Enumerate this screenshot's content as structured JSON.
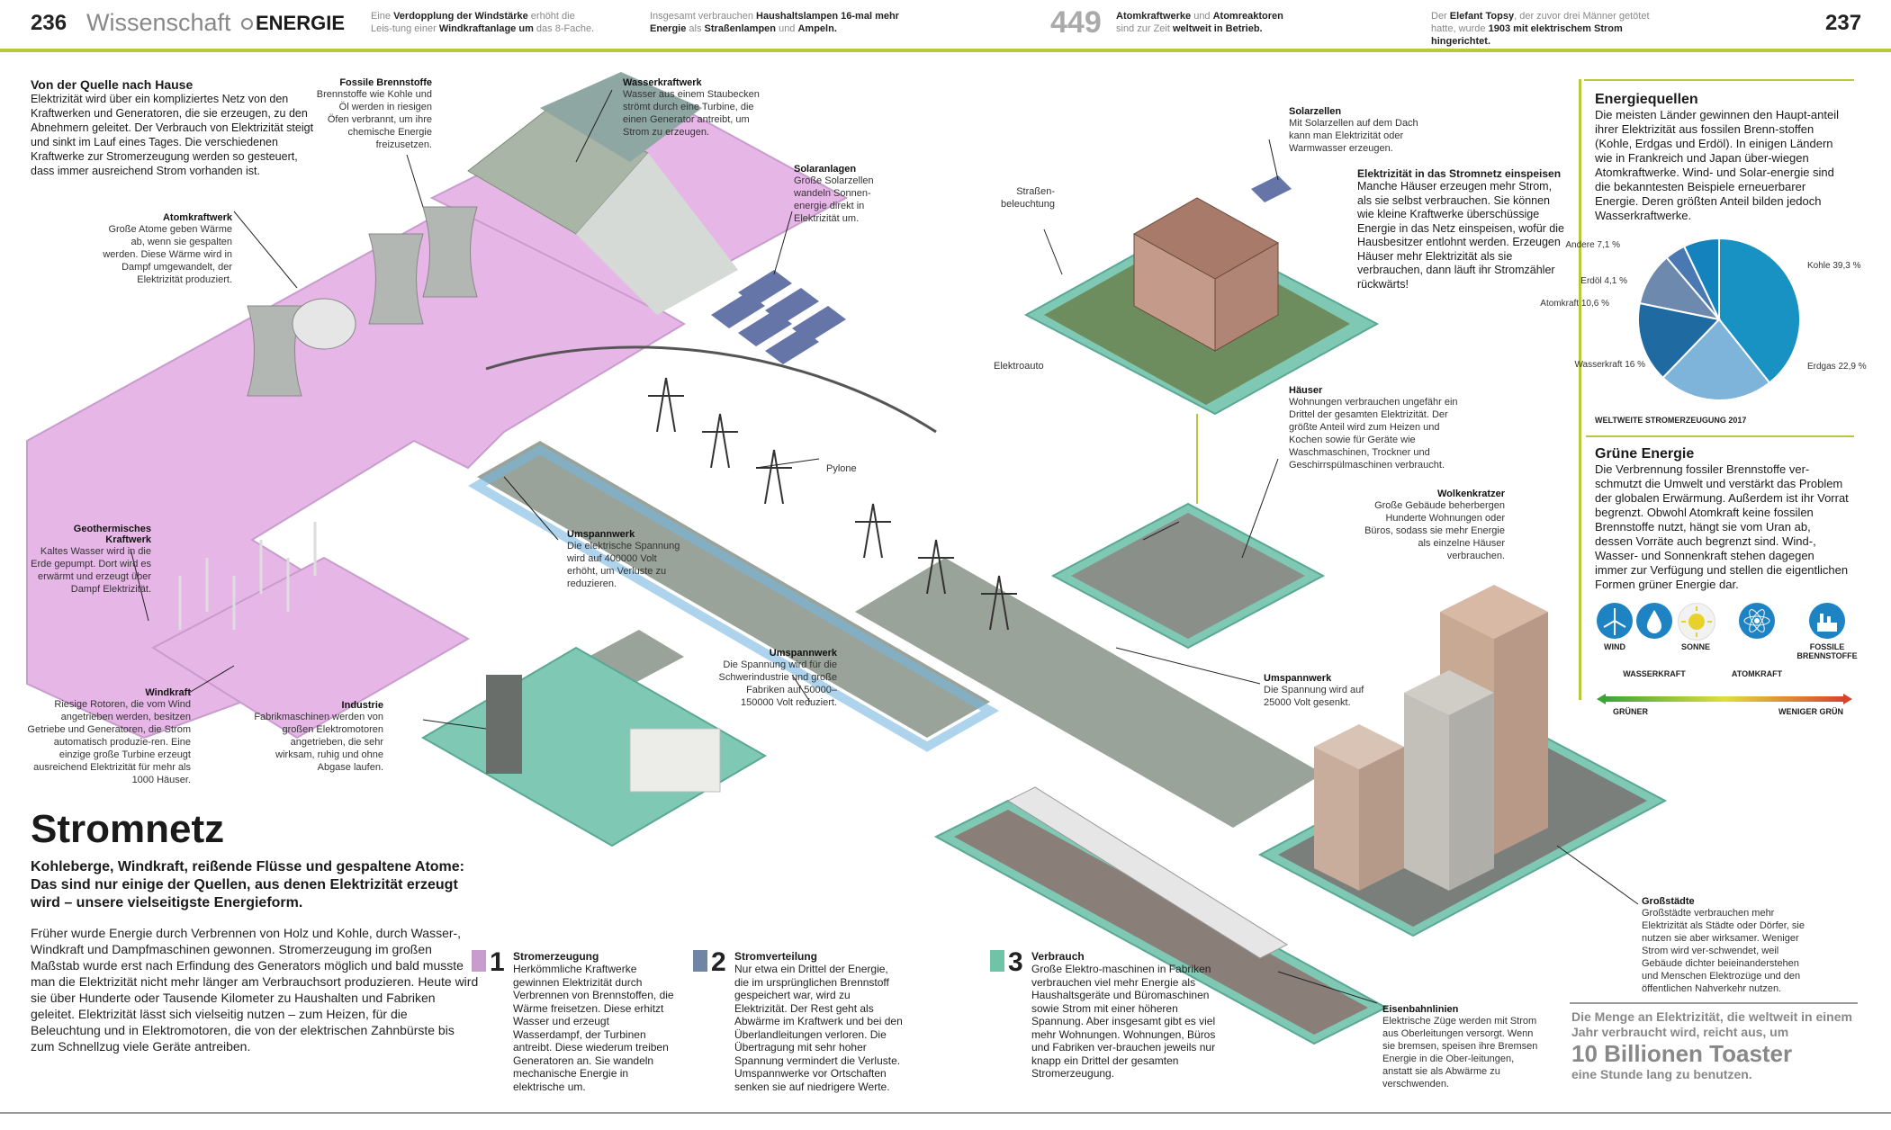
{
  "header": {
    "page_left": "236",
    "section": "Wissenschaft",
    "topic": "ENERGIE",
    "fact1": {
      "pre": "Eine ",
      "b1": "Verdopplung der Windstärke",
      "mid": " erhöht die Leis-tung einer ",
      "b2": "Windkraftanlage um",
      "post": " das 8-Fache."
    },
    "fact2": {
      "pre": "Insgesamt verbrauchen ",
      "b1": "Haushaltslampen 16-mal mehr Energie",
      "mid": " als ",
      "b2": "Straßenlampen",
      "post": " und ",
      "b3": "Ampeln."
    },
    "fact3_num": "449",
    "fact3": {
      "b1": "Atomkraftwerke",
      "mid": " und ",
      "b2": "Atomreaktoren",
      "post": " sind zur Zeit ",
      "b3": "weltweit in Betrieb."
    },
    "fact4": {
      "pre": "Der ",
      "b1": "Elefant Topsy",
      "mid": ", der zuvor drei Männer getötet hatte, wurde ",
      "b2": "1903 mit elektrischem Strom hingerichtet."
    },
    "page_right": "237"
  },
  "intro": {
    "title": "Von der Quelle nach Hause",
    "text": "Elektrizität wird über ein kompliziertes Netz von den Kraftwerken und Generatoren, die sie erzeugen, zu den Abnehmern geleitet. Der Verbrauch von Elektrizität steigt und sinkt im Lauf eines Tages. Die verschiedenen Kraftwerke zur Stromerzeugung werden so gesteuert, dass immer ausreichend Strom vorhanden ist."
  },
  "labels": {
    "atom": {
      "title": "Atomkraftwerk",
      "text": "Große Atome geben Wärme ab, wenn sie gespalten werden. Diese Wärme wird in Dampf umgewandelt, der Elektrizität produziert."
    },
    "fossil": {
      "title": "Fossile Brennstoffe",
      "text": "Brennstoffe wie Kohle und Öl werden in riesigen Öfen verbrannt, um ihre chemische Energie freizusetzen."
    },
    "wasser": {
      "title": "Wasserkraftwerk",
      "text": "Wasser aus einem Staubecken strömt durch eine Turbine, die einen Generator antreibt, um Strom zu erzeugen."
    },
    "solaranlagen": {
      "title": "Solaranlagen",
      "text": "Große Solarzellen wandeln Sonnen-energie direkt in Elektrizität um."
    },
    "strassen": {
      "text": "Straßen-beleuchtung"
    },
    "solarzellen": {
      "title": "Solarzellen",
      "text": "Mit Solarzellen auf dem Dach kann man Elektrizität oder Warmwasser erzeugen."
    },
    "einspeisen": {
      "title": "Elektrizität in das Stromnetz einspeisen",
      "text": "Manche Häuser erzeugen mehr Strom, als sie selbst verbrauchen. Sie können wie kleine Kraftwerke überschüssige Energie in das Netz einspeisen, wofür die Hausbesitzer entlohnt werden. Erzeugen Häuser mehr Elektrizität als sie verbrauchen, dann läuft ihr Stromzähler rückwärts!"
    },
    "elektroauto": {
      "text": "Elektroauto"
    },
    "pylone": {
      "text": "Pylone"
    },
    "haeuser": {
      "title": "Häuser",
      "text": "Wohnungen verbrauchen ungefähr ein Drittel der gesamten Elektrizität. Der größte Anteil wird zum Heizen und Kochen sowie für Geräte wie Waschmaschinen, Trockner und Geschirrspülmaschinen verbraucht."
    },
    "geo": {
      "title": "Geothermisches Kraftwerk",
      "text": "Kaltes Wasser wird in die Erde gepumpt. Dort wird es erwärmt und erzeugt über Dampf Elektrizität."
    },
    "umspann1": {
      "title": "Umspannwerk",
      "text": "Die elektrische Spannung wird auf 400000 Volt erhöht, um Verluste zu reduzieren."
    },
    "wolken": {
      "title": "Wolkenkratzer",
      "text": "Große Gebäude beherbergen Hunderte Wohnungen oder Büros, sodass sie mehr Energie als einzelne Häuser verbrauchen."
    },
    "umspann2": {
      "title": "Umspannwerk",
      "text": "Die Spannung wird für die Schwerindustrie und große Fabriken auf 50000–150000 Volt reduziert."
    },
    "wind": {
      "title": "Windkraft",
      "text": "Riesige Rotoren, die vom Wind angetrieben werden, besitzen Getriebe und Generatoren, die Strom automatisch produzie-ren. Eine einzige große Turbine erzeugt ausreichend Elektrizität für mehr als 1000 Häuser."
    },
    "industrie": {
      "title": "Industrie",
      "text": "Fabrikmaschinen werden von großen Elektromotoren angetrieben, die sehr wirksam, ruhig und ohne Abgase laufen."
    },
    "umspann3": {
      "title": "Umspannwerk",
      "text": "Die Spannung wird auf 25000 Volt gesenkt."
    },
    "grossstaedte": {
      "title": "Großstädte",
      "text": "Großstädte verbrauchen mehr Elektrizität als Städte oder Dörfer, sie nutzen sie aber wirksamer. Weniger Strom wird ver-schwendet, weil Gebäude dichter beieinanderstehen und Menschen Elektrozüge und den öffentlichen Nahverkehr nutzen."
    },
    "eisenbahn": {
      "title": "Eisenbahnlinien",
      "text": "Elektrische Züge werden mit Strom aus Oberleitungen versorgt. Wenn sie bremsen, speisen ihre Bremsen Energie in die Ober-leitungen, anstatt sie als Abwärme zu verschwenden."
    }
  },
  "sidebar": {
    "quellen_title": "Energiequellen",
    "quellen_text": "Die meisten Länder gewinnen den Haupt-anteil ihrer Elektrizität aus fossilen Brenn-stoffen (Kohle, Erdgas und Erdöl). In einigen Ländern wie in Frankreich und Japan über-wiegen Atomkraftwerke. Wind- und Solar-energie sind die bekanntesten Beispiele erneuerbarer Energie. Deren größten Anteil bilden jedoch Wasserkraftwerke.",
    "gruen_title": "Grüne Energie",
    "gruen_text": "Die Verbrennung fossiler Brennstoffe ver-schmutzt die Umwelt und verstärkt das Problem der globalen Erwärmung. Außerdem ist ihr Vorrat begrenzt. Obwohl Atomkraft keine fossilen Brennstoffe nutzt, hängt sie vom Uran ab, dessen Vorräte auch begrenzt sind. Wind-, Wasser- und Sonnenkraft stehen dagegen immer zur Verfügung und stellen die eigentlichen Formen grüner Energie dar.",
    "icons": [
      {
        "name": "WIND",
        "icon": "wind-turbine-icon"
      },
      {
        "name": "WASSERKRAFT",
        "icon": "water-drop-icon"
      },
      {
        "name": "SONNE",
        "icon": "sun-icon"
      },
      {
        "name": "ATOMKRAFT",
        "icon": "atom-icon"
      },
      {
        "name": "FOSSILE BRENNSTOFFE",
        "icon": "factory-icon"
      }
    ],
    "scale_left": "GRÜNER",
    "scale_right": "WENIGER GRÜN",
    "toaster": {
      "pre": "Die Menge an Elektrizität, die weltweit in einem Jahr verbraucht wird, reicht aus, um",
      "big": "10 Billionen Toaster",
      "post": "eine Stunde lang zu benutzen."
    }
  },
  "chart_data": {
    "type": "pie",
    "title": "WELTWEITE STROMERZEUGUNG 2017",
    "categories": [
      "Kohle",
      "Erdgas",
      "Wasserkraft",
      "Atomkraft",
      "Erdöl",
      "Andere"
    ],
    "values": [
      39.3,
      22.9,
      16,
      10.6,
      4.1,
      7.1
    ],
    "labels": [
      "Kohle 39,3 %",
      "Erdgas 22,9 %",
      "Wasserkraft 16 %",
      "Atomkraft 10,6 %",
      "Erdöl 4,1 %",
      "Andere 7,1 %"
    ],
    "colors": [
      "#1891c3",
      "#7fb4da",
      "#1f6ba1",
      "#6d89ad",
      "#4a78b2",
      "#1482bd"
    ]
  },
  "main": {
    "title": "Stromnetz",
    "subtitle": "Kohleberge, Windkraft, reißende Flüsse und gespaltene Atome: Das sind nur einige der Quellen, aus denen Elektrizität erzeugt wird – unsere vielseitigste Energieform.",
    "text": "Früher wurde Energie durch Verbrennen von Holz und Kohle, durch Wasser-, Windkraft und Dampfmaschinen gewonnen. Stromerzeugung im großen Maßstab wurde erst nach Erfindung des Generators möglich und bald musste man die Elektrizität nicht mehr länger am Verbrauchsort produzieren. Heute wird sie über Hunderte oder Tausende Kilometer zu Haushalten und Fabriken geleitet. Elektrizität lässt sich vielseitig nutzen – zum Heizen, für die Beleuchtung und in Elektromotoren, die von der elektrischen Zahnbürste bis zum Schnellzug viele Geräte antreiben."
  },
  "steps": [
    {
      "num": "1",
      "title": "Stromerzeugung",
      "text": "Herkömmliche Kraftwerke gewinnen Elektrizität durch Verbrennen von Brennstoffen, die Wärme freisetzen. Diese erhitzt Wasser und erzeugt Wasserdampf, der Turbinen antreibt. Diese wiederum treiben Generatoren an. Sie wandeln mechanische Energie in elektrische um.",
      "color": "#c89ccc"
    },
    {
      "num": "2",
      "title": "Stromverteilung",
      "text": "Nur etwa ein Drittel der Energie, die im ursprünglichen Brennstoff gespeichert war, wird zu Elektrizität. Der Rest geht als Abwärme im Kraftwerk und bei den Überlandleitungen verloren. Die Übertragung mit sehr hoher Spannung vermindert die Verluste. Umspannwerke vor Ortschaften senken sie auf niedrigere Werte.",
      "color": "#6e85a5"
    },
    {
      "num": "3",
      "title": "Verbrauch",
      "text": "Große Elektro-maschinen in Fabriken verbrauchen viel mehr Energie als Haushaltsgeräte und Büromaschinen sowie Strom mit einer höheren Spannung. Aber insgesamt gibt es viel mehr Wohnungen. Wohnungen, Büros und Fabriken ver-brauchen jeweils nur knapp ein Drittel der gesamten Stromerzeugung.",
      "color": "#6fc3a6"
    }
  ]
}
